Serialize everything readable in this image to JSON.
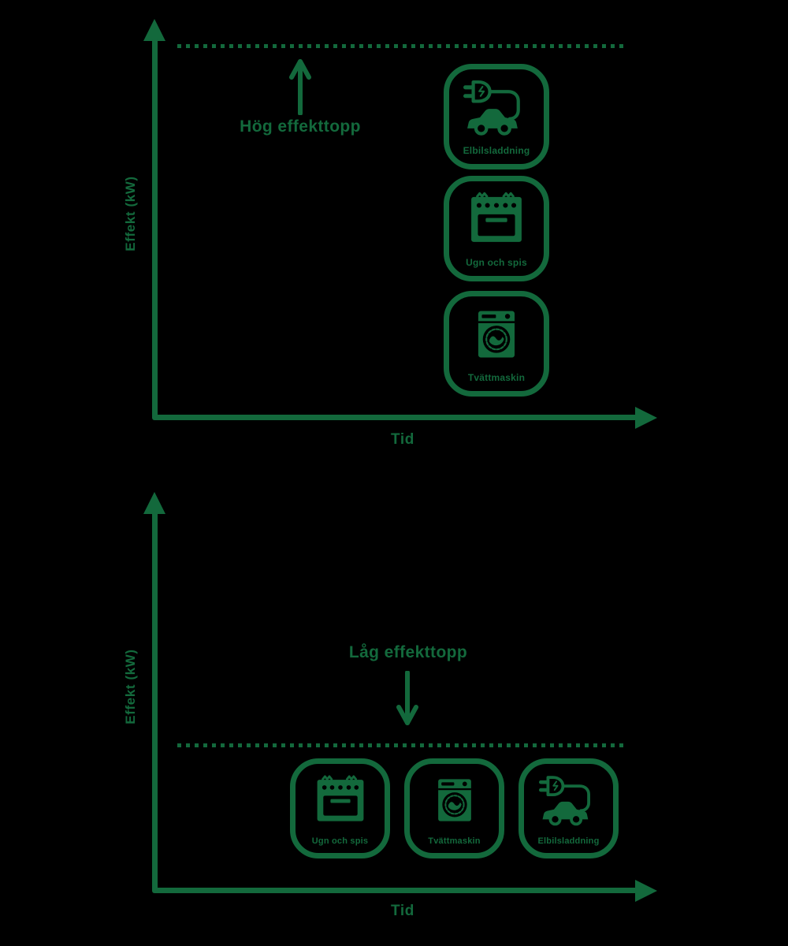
{
  "colors": {
    "green": "#13693C",
    "background": "#000000"
  },
  "charts": [
    {
      "name": "high-peak",
      "ylabel": "Effekt (kW)",
      "xlabel": "Tid",
      "annotation": "Hög effekttopp",
      "annotation_arrow": "up",
      "peak_line_position": "high",
      "appliances": [
        {
          "label": "Elbilsladdning",
          "icon": "ev-charging-icon"
        },
        {
          "label": "Ugn och spis",
          "icon": "oven-stove-icon"
        },
        {
          "label": "Tvättmaskin",
          "icon": "washing-machine-icon"
        }
      ]
    },
    {
      "name": "low-peak",
      "ylabel": "Effekt (kW)",
      "xlabel": "Tid",
      "annotation": "Låg effekttopp",
      "annotation_arrow": "down",
      "peak_line_position": "low",
      "appliances": [
        {
          "label": "Ugn och spis",
          "icon": "oven-stove-icon"
        },
        {
          "label": "Tvättmaskin",
          "icon": "washing-machine-icon"
        },
        {
          "label": "Elbilsladdning",
          "icon": "ev-charging-icon"
        }
      ]
    }
  ]
}
